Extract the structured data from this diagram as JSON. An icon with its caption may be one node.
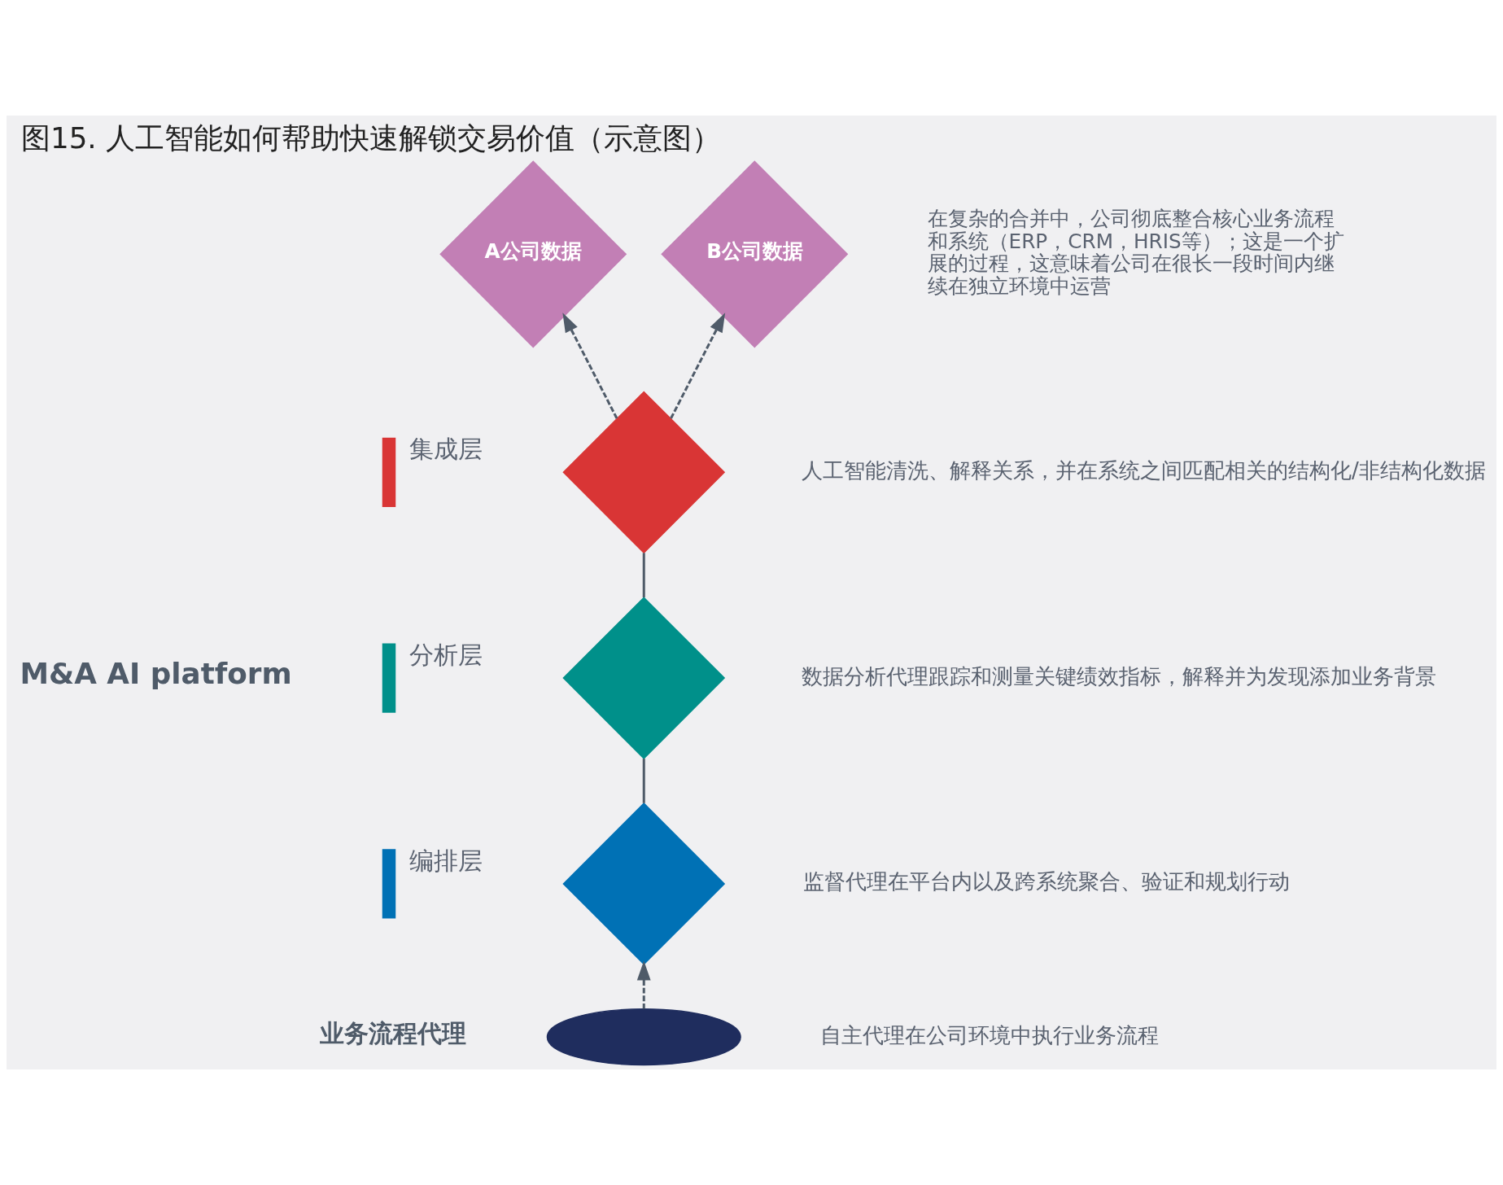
{
  "diagram": {
    "title": "图15. 人工智能如何帮助快速解锁交易价值（示意图）",
    "nodes": [
      {
        "text": [
          "A公司数据"
        ]
      },
      {
        "text": [
          "B公司数据"
        ]
      },
      {
        "text": [],
        "shape": "diamond",
        "beside": [
          "人工智能清洗、解释关系，并在系统之间匹配相关的结构化/非结构化数据"
        ]
      },
      {
        "text": [],
        "shape": "diamond",
        "beside": [
          "数据分析代理跟踪和测量关键绩效指标，解释并为发现添加业务背景"
        ]
      },
      {
        "text": [],
        "shape": "diamond",
        "beside": [
          "监督代理在平台内以及跨系统聚合、验证和规划行动"
        ]
      },
      {
        "text": [],
        "shape": "ellipse",
        "beside": [
          "业务流程代理",
          "自主代理在公司环境中执行业务流程"
        ]
      }
    ],
    "edges": [
      {
        "from": 2,
        "to": 0,
        "arrow": "to",
        "style": "dashed"
      },
      {
        "from": 2,
        "to": 1,
        "arrow": "to",
        "style": "dashed"
      },
      {
        "from": 3,
        "to": 2,
        "arrow": "none"
      },
      {
        "from": 4,
        "to": 3,
        "arrow": "none"
      },
      {
        "from": 5,
        "to": 4,
        "arrow": "to",
        "style": "dashed"
      }
    ],
    "labels": [
      "在复杂的合并中，公司彻底整合核心业务流程和系统（ERP，CRM，HRIS等）；这是一个扩展的过程，这意味着公司在很长一段时间内继续在独立环境中运营",
      "M&A AI platform"
    ],
    "legend": [
      {
        "text": "集成层",
        "color": "#d93535"
      },
      {
        "text": "分析层",
        "color": "#00908a"
      },
      {
        "text": "编排层",
        "color": "#0071b5"
      }
    ]
  }
}
